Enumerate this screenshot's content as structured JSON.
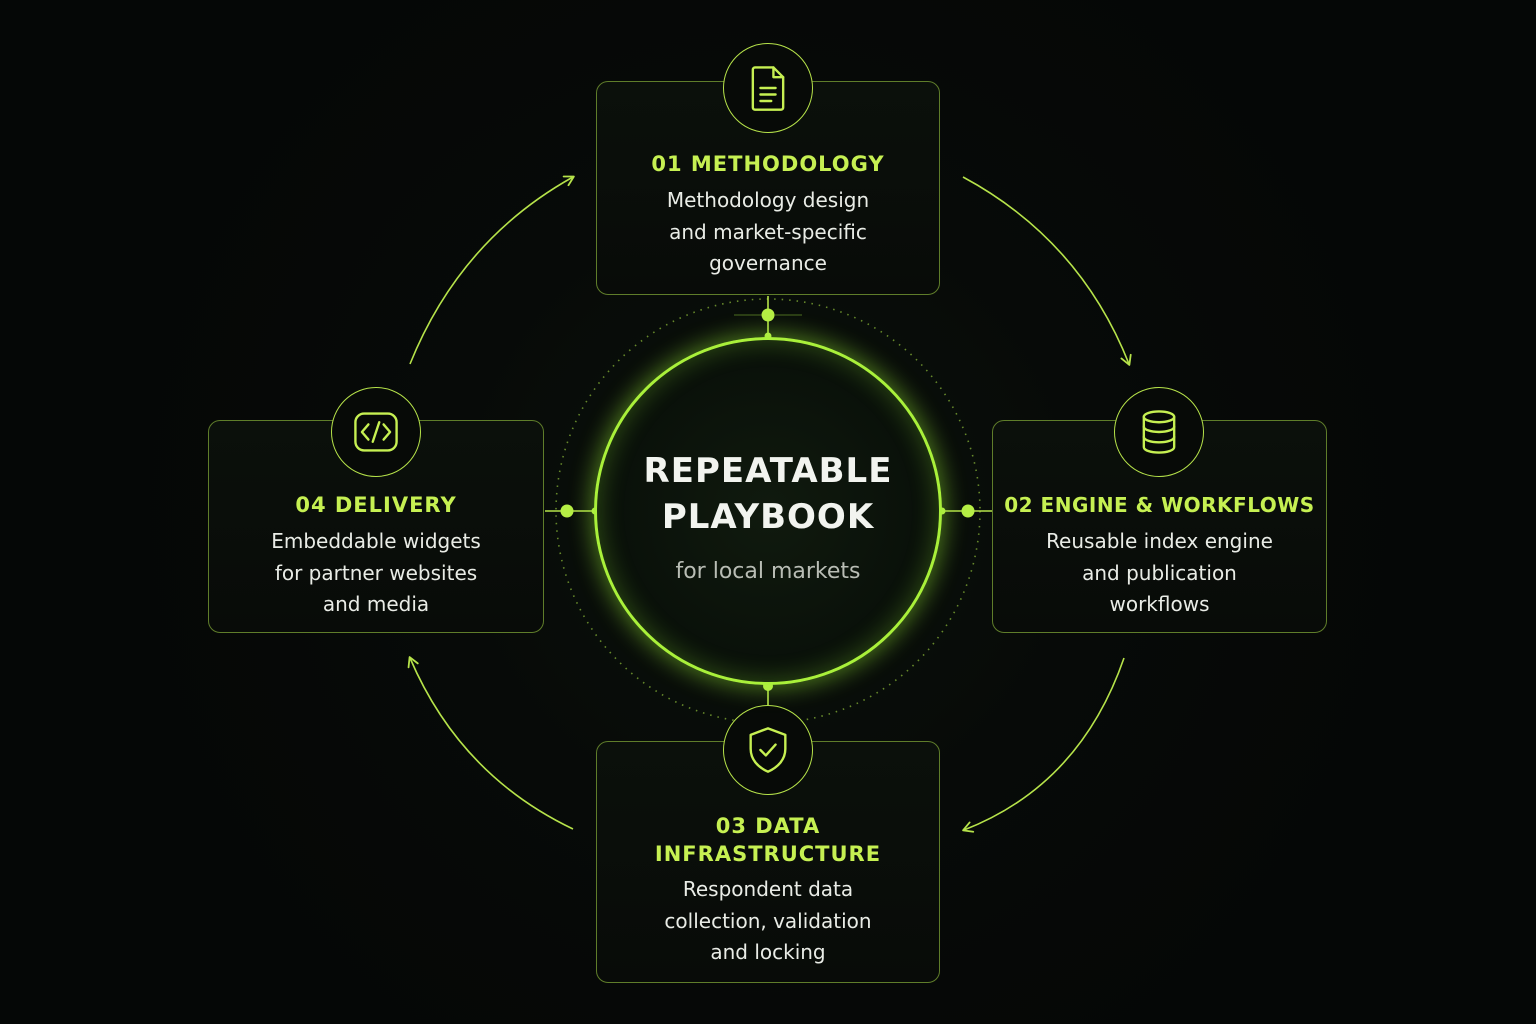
{
  "hub": {
    "title_line1": "REPEATABLE",
    "title_line2": "PLAYBOOK",
    "subtitle": "for local markets"
  },
  "steps": [
    {
      "title": "01 METHODOLOGY",
      "desc_lines": [
        "Methodology design",
        "and market-specific",
        "governance"
      ],
      "icon": "document-icon"
    },
    {
      "title": "02 ENGINE & WORKFLOWS",
      "desc_lines": [
        "Reusable index engine",
        "and publication",
        "workflows"
      ],
      "icon": "database-icon"
    },
    {
      "title_lines": [
        "03 DATA",
        "INFRASTRUCTURE"
      ],
      "desc_lines": [
        "Respondent data",
        "collection, validation",
        "and locking"
      ],
      "icon": "shield-check-icon"
    },
    {
      "title": "04 DELIVERY",
      "desc_lines": [
        "Embeddable widgets",
        "for partner websites",
        "and media"
      ],
      "icon": "code-icon"
    }
  ],
  "colors": {
    "accent": "#c6f052",
    "ring": "#a9f03a",
    "card_border": "#5f7d2a",
    "background": "#050706",
    "text": "#e9ece6"
  }
}
